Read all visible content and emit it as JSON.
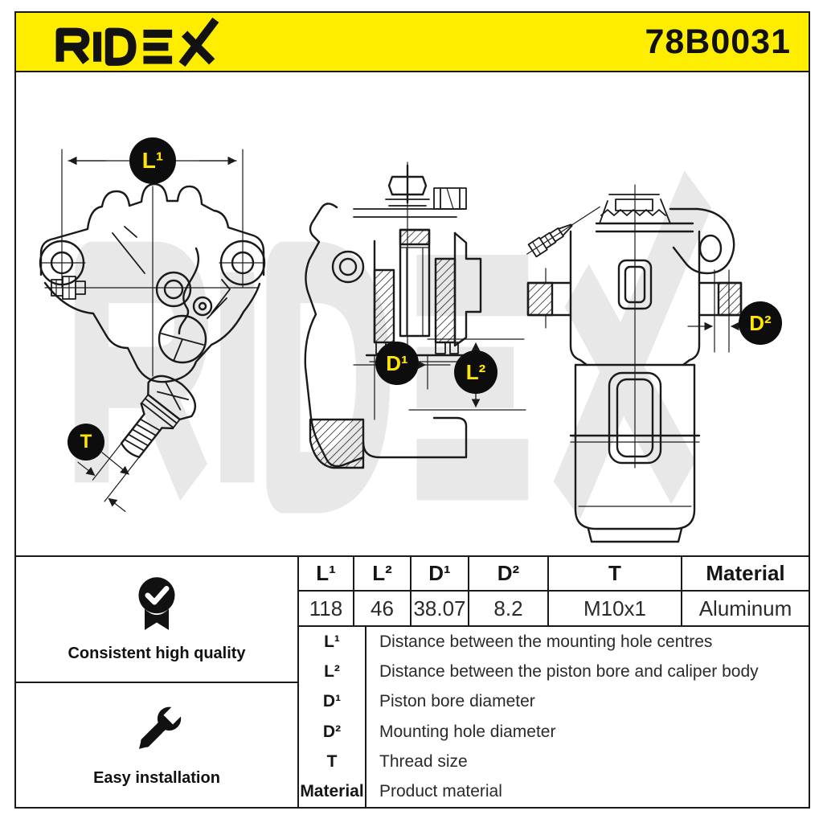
{
  "brand": {
    "name": "RIDEX",
    "part_number": "78B0031"
  },
  "colors": {
    "brand_yellow": "#FFED00",
    "line_black": "#1a1a1a",
    "dim_label_yellow": "#FFE600",
    "watermark_gray": "#e8e8e8"
  },
  "watermark_text": "RIDEX",
  "dims": {
    "l1": "L¹",
    "l2": "L²",
    "d1": "D¹",
    "d2": "D²",
    "t": "T"
  },
  "spec": {
    "columns": [
      "L¹",
      "L²",
      "D¹",
      "D²",
      "T",
      "Material"
    ],
    "values": [
      "118",
      "46",
      "38.07",
      "8.2",
      "M10x1",
      "Aluminum"
    ]
  },
  "legend": {
    "rows": [
      {
        "key": "L¹",
        "desc": "Distance between the mounting hole centres"
      },
      {
        "key": "L²",
        "desc": "Distance between the piston bore and caliper body"
      },
      {
        "key": "D¹",
        "desc": "Piston bore diameter"
      },
      {
        "key": "D²",
        "desc": "Mounting hole diameter"
      },
      {
        "key": "T",
        "desc": "Thread size"
      },
      {
        "key": "Material",
        "desc": "Product material"
      }
    ]
  },
  "features": [
    {
      "icon": "medal-check-icon",
      "label": "Consistent high quality"
    },
    {
      "icon": "wrench-icon",
      "label": "Easy installation"
    }
  ]
}
